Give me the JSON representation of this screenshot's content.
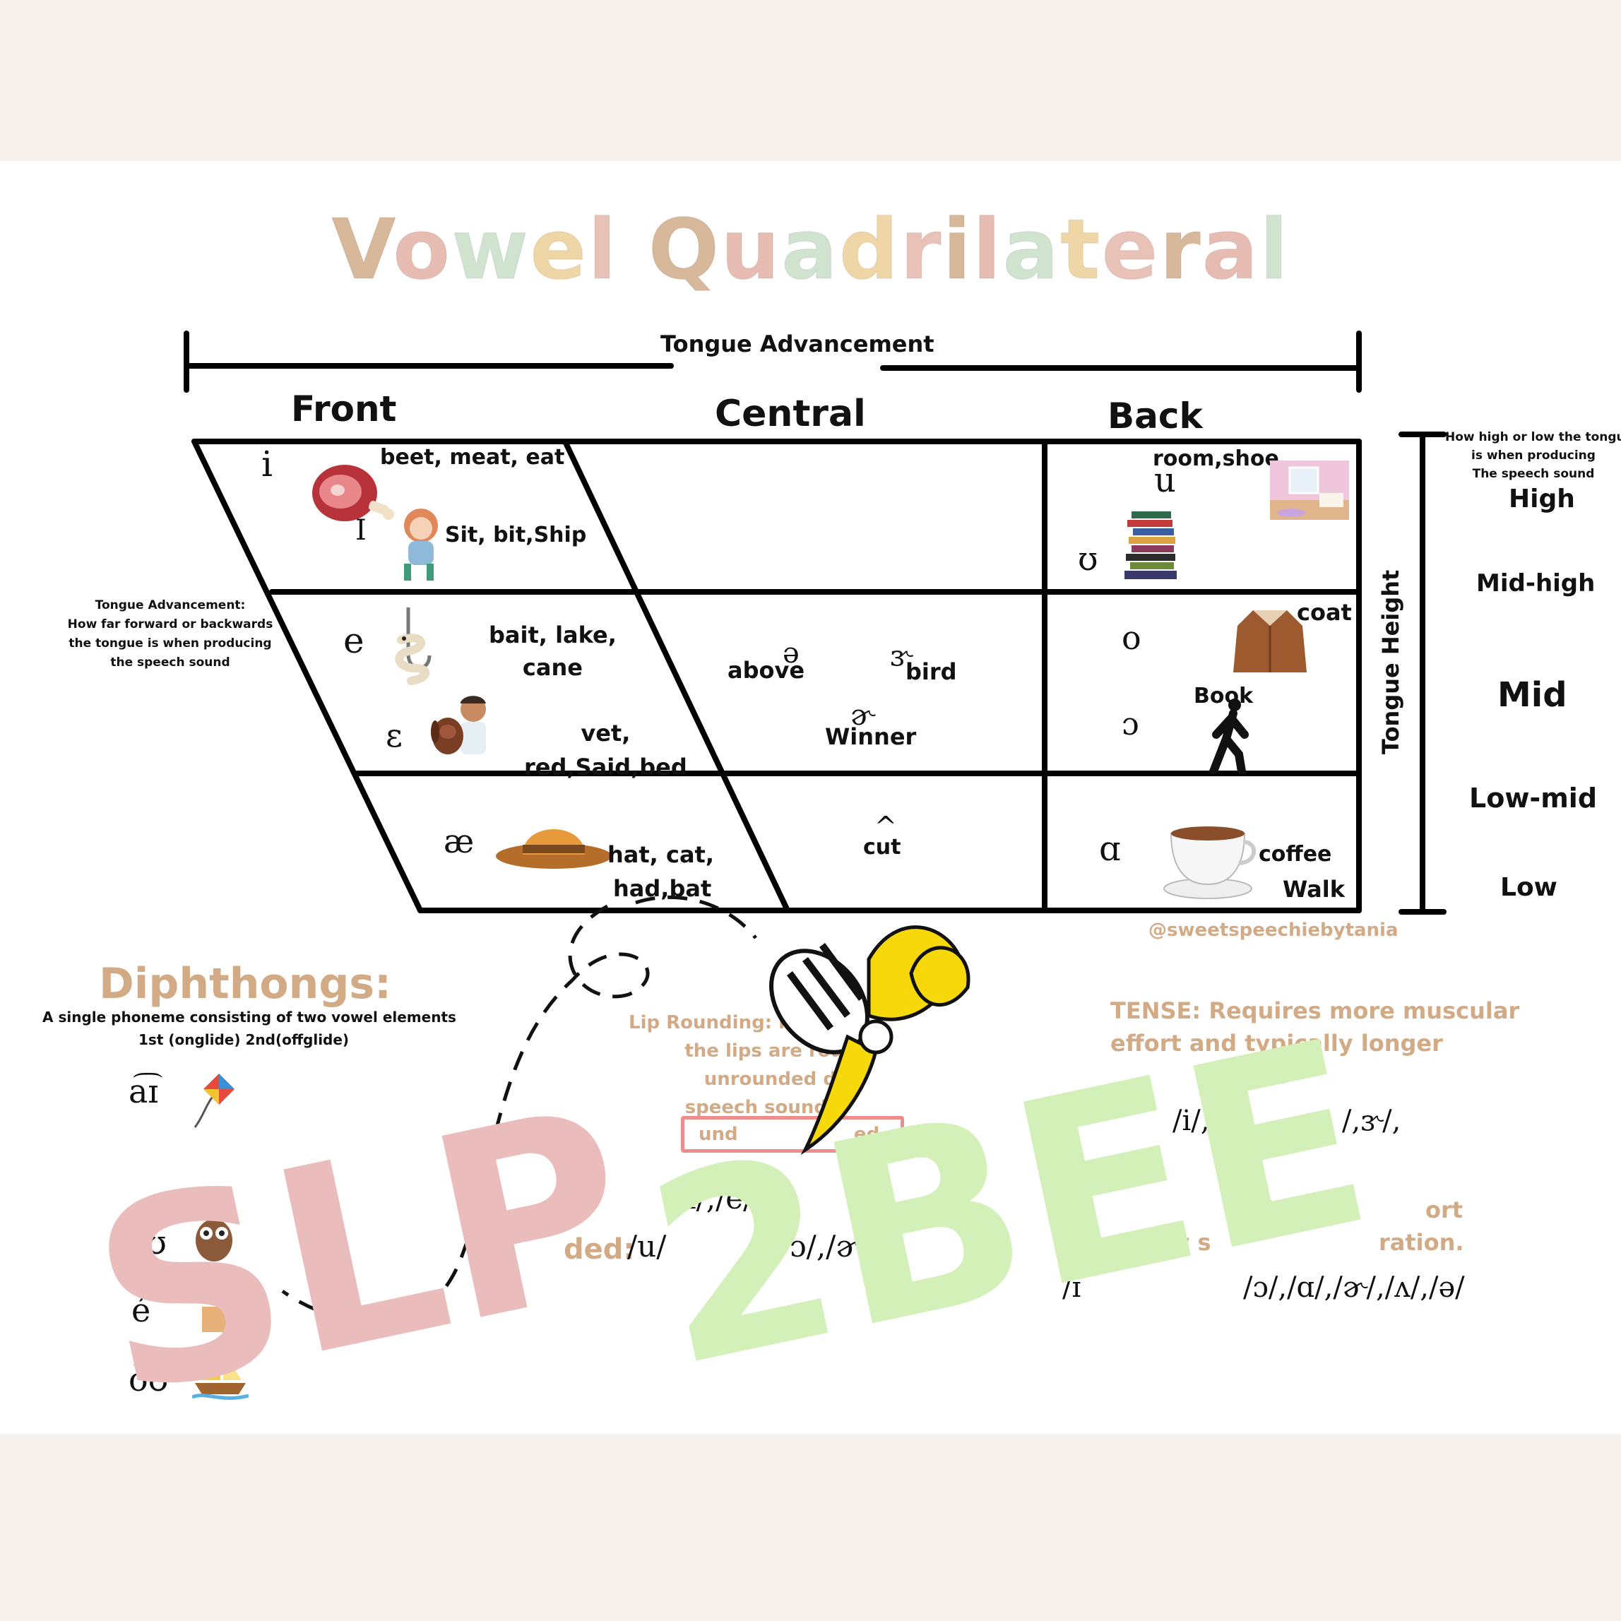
{
  "title": "Vowel Quadrilateral",
  "title_colors": [
    "#d8b89a",
    "#e7bcb2",
    "#cfe3cf",
    "#efd6a6",
    "#e8c2b6"
  ],
  "tongue_advancement_label": "Tongue Advancement",
  "columns": {
    "front": "Front",
    "central": "Central",
    "back": "Back"
  },
  "tongue_advancement_note": [
    "Tongue Advancement:",
    "How far forward or backwards",
    "the tongue is when producing",
    "the speech sound"
  ],
  "tongue_height": {
    "label": "Tongue Height",
    "note": [
      "How high or low the tongue",
      "is when producing",
      "The speech sound"
    ],
    "levels": [
      "High",
      "Mid-high",
      "Mid",
      "Low-mid",
      "Low"
    ]
  },
  "cells": {
    "i": {
      "symbol": "i",
      "words": "beet, meat, eat",
      "icon": "ham-icon"
    },
    "I": {
      "symbol": "I",
      "words": "Sit, bit,Ship",
      "icon": "girl-icon"
    },
    "e": {
      "symbol": "e",
      "words": [
        "bait, lake,",
        "cane"
      ],
      "icon": "hook-worm-icon"
    },
    "eh": {
      "symbol": "ɛ",
      "words": [
        "vet,",
        "red,Said,bed"
      ],
      "icon": "vet-dog-icon"
    },
    "ae": {
      "symbol": "æ",
      "words": [
        "hat, cat,",
        "had,bat"
      ],
      "icon": "hat-icon"
    },
    "schwa": {
      "symbol": "ə",
      "word": "above"
    },
    "er": {
      "symbol": "ɝ",
      "word": "bird"
    },
    "schwar": {
      "symbol": "ɚ",
      "word": "Winner"
    },
    "wedge": {
      "symbol": "^",
      "word": "cut"
    },
    "u": {
      "symbol": "u",
      "words": "room,shoe",
      "icon": "room-icon"
    },
    "U": {
      "symbol": "ʊ",
      "words": "Book",
      "icon": "books-icon"
    },
    "o": {
      "symbol": "o",
      "words": "coat",
      "icon": "coat-icon"
    },
    "aw": {
      "symbol": "ɔ",
      "words": "Walk",
      "icon": "walking-person-icon"
    },
    "a": {
      "symbol": "ɑ",
      "words": "coffee",
      "icon": "coffee-cup-icon"
    }
  },
  "credit": "@sweetspeechiebytania",
  "diphthongs": {
    "heading": "Diphthongs:",
    "definition": "A single phoneme consisting of two vowel elements",
    "definition2": "1st (onglide) 2nd(offglide)",
    "items": [
      {
        "symbol": "a͡ɪ",
        "icon": "kite-icon"
      },
      {
        "symbol": "a͡ʊ",
        "icon": "owl-icon"
      },
      {
        "symbol": "é",
        "icon": "box-icon"
      },
      {
        "symbol": "o͡ʊ",
        "icon": "boat-icon"
      }
    ]
  },
  "lip_rounding": {
    "lines": [
      "Lip Rounding: refers to t",
      "the lips are round",
      "unrounded d",
      "speech sound",
      "und",
      "ed"
    ],
    "row1": "/ɪ/,/e/,/",
    "row2_label": "ded:",
    "row2": "/u/",
    "row2b": "/ɔ/,/ɚ/,"
  },
  "tense": {
    "lines": [
      "TENSE: Requires more muscular",
      "effort and typically longer",
      "in dura"
    ],
    "row1a": "/i/,/",
    "row1b": "/,ɝ/,",
    "lax_a": "es l",
    "lax_b": "ort",
    "lax_c": "ally s",
    "lax_d": "ration.",
    "row2a": "/ɪ",
    "row2b": "/ɔ/,/ɑ/,/ɚ/,/ʌ/,/ə/"
  },
  "watermark": {
    "text_a": "SLP",
    "text_b": "2BEE",
    "color_a": "#ebbcbc",
    "color_b": "#d3f0b8"
  }
}
